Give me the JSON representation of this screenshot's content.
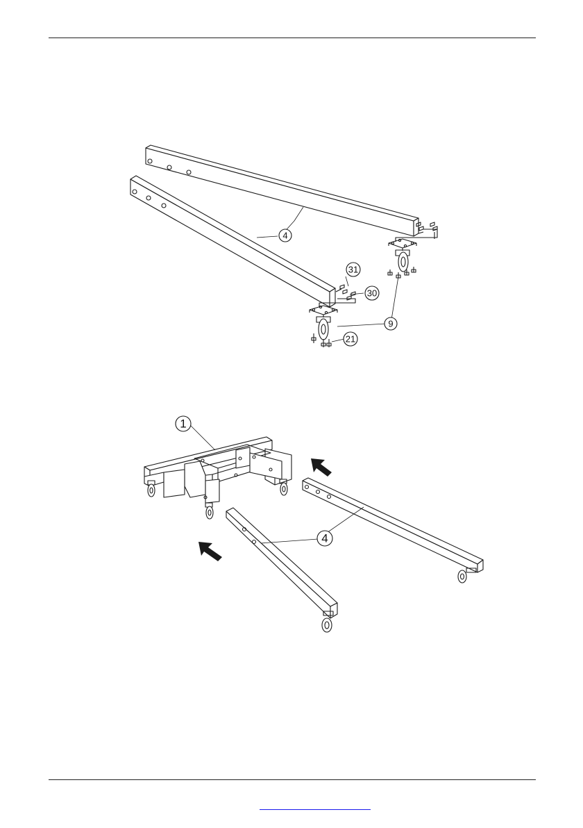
{
  "figure1": {
    "callouts": [
      "4",
      "31",
      "30",
      "9",
      "21"
    ]
  },
  "figure2": {
    "callouts": [
      "1",
      "4"
    ]
  },
  "footer": {
    "link_text": ""
  }
}
